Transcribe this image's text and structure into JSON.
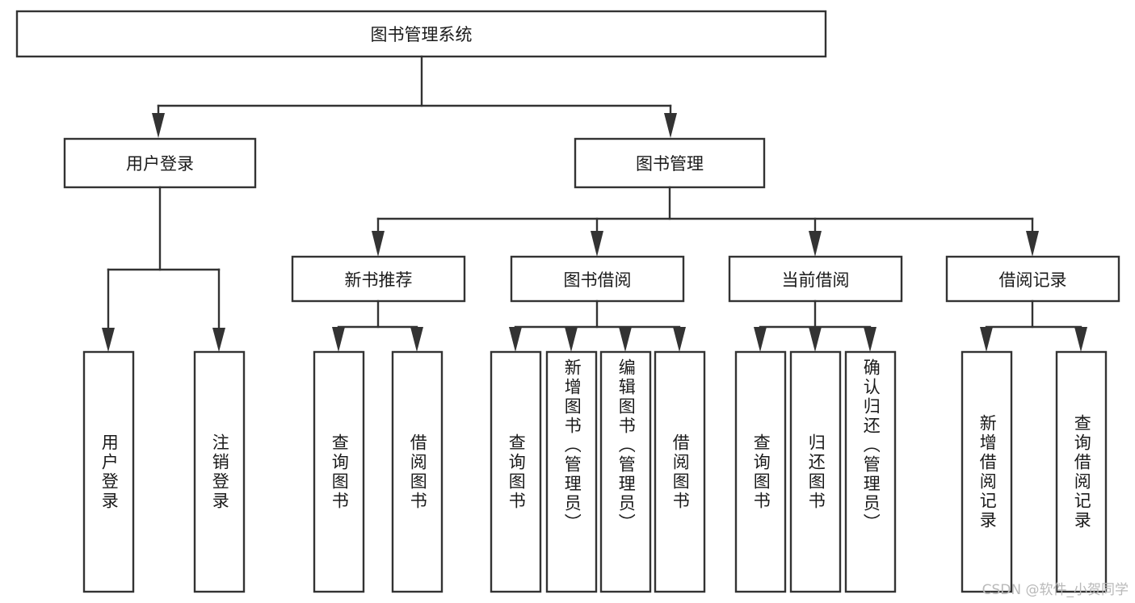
{
  "diagram": {
    "type": "tree-hierarchy",
    "title": "图书管理系统",
    "root": {
      "label": "图书管理系统"
    },
    "level1": [
      {
        "id": "user-login",
        "label": "用户登录"
      },
      {
        "id": "book-management",
        "label": "图书管理"
      }
    ],
    "level2": [
      {
        "id": "new-book-recommend",
        "label": "新书推荐",
        "parent": "book-management"
      },
      {
        "id": "book-borrow",
        "label": "图书借阅",
        "parent": "book-management"
      },
      {
        "id": "current-borrow",
        "label": "当前借阅",
        "parent": "book-management"
      },
      {
        "id": "borrow-record",
        "label": "借阅记录",
        "parent": "book-management"
      }
    ],
    "leaves": {
      "user-login": [
        {
          "id": "leaf-user-login",
          "label": "用户登录"
        },
        {
          "id": "leaf-logout",
          "label": "注销登录"
        }
      ],
      "new-book-recommend": [
        {
          "id": "leaf-query-book-1",
          "label": "查询图书"
        },
        {
          "id": "leaf-borrow-book-1",
          "label": "借阅图书"
        }
      ],
      "book-borrow": [
        {
          "id": "leaf-query-book-2",
          "label": "查询图书"
        },
        {
          "id": "leaf-add-book",
          "label": "新增图书（管理员）"
        },
        {
          "id": "leaf-edit-book",
          "label": "编辑图书（管理员）"
        },
        {
          "id": "leaf-borrow-book-2",
          "label": "借阅图书"
        }
      ],
      "current-borrow": [
        {
          "id": "leaf-query-book-3",
          "label": "查询图书"
        },
        {
          "id": "leaf-return-book",
          "label": "归还图书"
        },
        {
          "id": "leaf-confirm-return",
          "label": "确认归还（管理员）"
        }
      ],
      "borrow-record": [
        {
          "id": "leaf-add-record",
          "label": "新增借阅记录"
        },
        {
          "id": "leaf-query-record",
          "label": "查询借阅记录"
        }
      ]
    },
    "colors": {
      "stroke": "#333333",
      "fill": "#ffffff",
      "text": "#1a1a1a",
      "watermark": "#b9b9b9",
      "background": "#ffffff"
    }
  },
  "watermark": {
    "text": "CSDN @软件_小贺同学"
  }
}
